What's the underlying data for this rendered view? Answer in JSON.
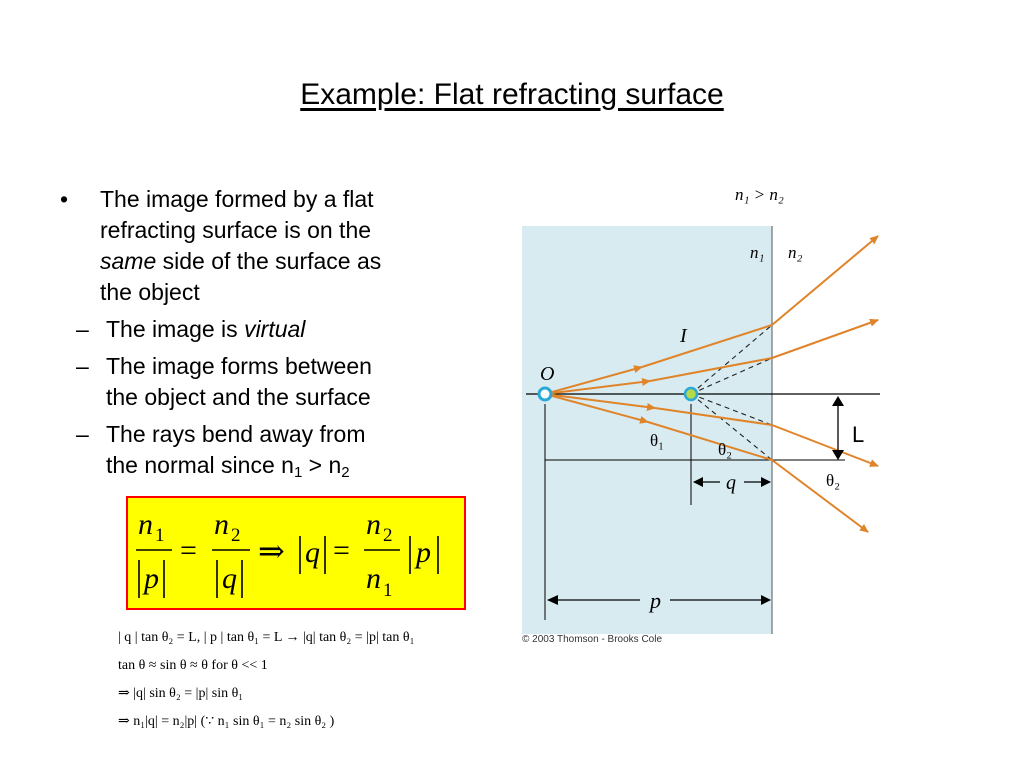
{
  "title": "Example: Flat refracting surface",
  "bullet": {
    "text_a": "The image formed by a flat",
    "text_b": "refracting surface is on the",
    "text_c_italic": "same",
    "text_c_rest": " side of the surface as",
    "text_d": "the object"
  },
  "subbullets": {
    "s1_plain": "The image is ",
    "s1_italic": "virtual",
    "s2_line1": "The image forms between",
    "s2_line2": "the object and the surface",
    "s3_line1": "The rays bend away from",
    "s3_line2_a": "the normal since n",
    "s3_sub1": "1",
    "s3_mid": " > n",
    "s3_sub2": "2"
  },
  "equation_box": {
    "n": "n",
    "one": "1",
    "two": "2",
    "p": "p",
    "q": "q",
    "eq": "=",
    "implies": "⇒"
  },
  "equations": {
    "line1": "| q | tan θ₂ = L, | p | tan θ₁ = L → |q| tan θ₂ = |p| tan θ₁",
    "line2": "tan θ ≈ sin θ ≈ θ   for θ << 1",
    "line3": "⇒ |q| sin θ₂ = |p| sin θ₁",
    "line4": "⇒ n₁|q| = n₂|p|  (∵ n₁ sin θ₁ = n₂ sin θ₂ )"
  },
  "diagram": {
    "condition": "n₁ > n₂",
    "n1": "n₁",
    "n2": "n₂",
    "I": "I",
    "O": "O",
    "theta1": "θ₁",
    "theta2_inner": "θ₂",
    "theta2_outer": "θ₂",
    "L": "L",
    "q": "q",
    "p": "p",
    "copyright": "© 2003 Thomson - Brooks Cole",
    "colors": {
      "glass": "#d8ebf0",
      "ray": "#e0842a",
      "point": "#2aa9d6",
      "image_point": "#b5d94b"
    }
  }
}
